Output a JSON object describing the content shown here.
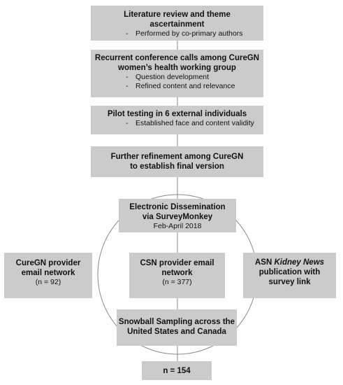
{
  "steps": [
    {
      "title": "Literature review and theme ascertainment",
      "bullets": [
        "Performed by co-primary authors"
      ]
    },
    {
      "title": "Recurrent conference calls among CureGN women’s health working group",
      "bullets": [
        "Question development",
        "Refined content and relevance"
      ]
    },
    {
      "title": "Pilot testing in 6 external individuals",
      "bullets": [
        "Established face and content validity"
      ]
    },
    {
      "title": "Further refinement among CureGN to establish final version",
      "bullets": []
    }
  ],
  "dissemination": {
    "title": "Electronic Dissemination via SurveyMonkey",
    "dates": "Feb-April 2018"
  },
  "channels": [
    {
      "title": "CureGN provider email network",
      "count": "(n = 92)"
    },
    {
      "title": "CSN provider email network",
      "count": "(n = 377)"
    },
    {
      "title_prefix": "ASN",
      "title_italic": "Kidney News",
      "title_suffix": "publication with survey link"
    }
  ],
  "snowball": {
    "title": "Snowball Sampling across the United States and Canada"
  },
  "result": {
    "title": "n = 154"
  }
}
